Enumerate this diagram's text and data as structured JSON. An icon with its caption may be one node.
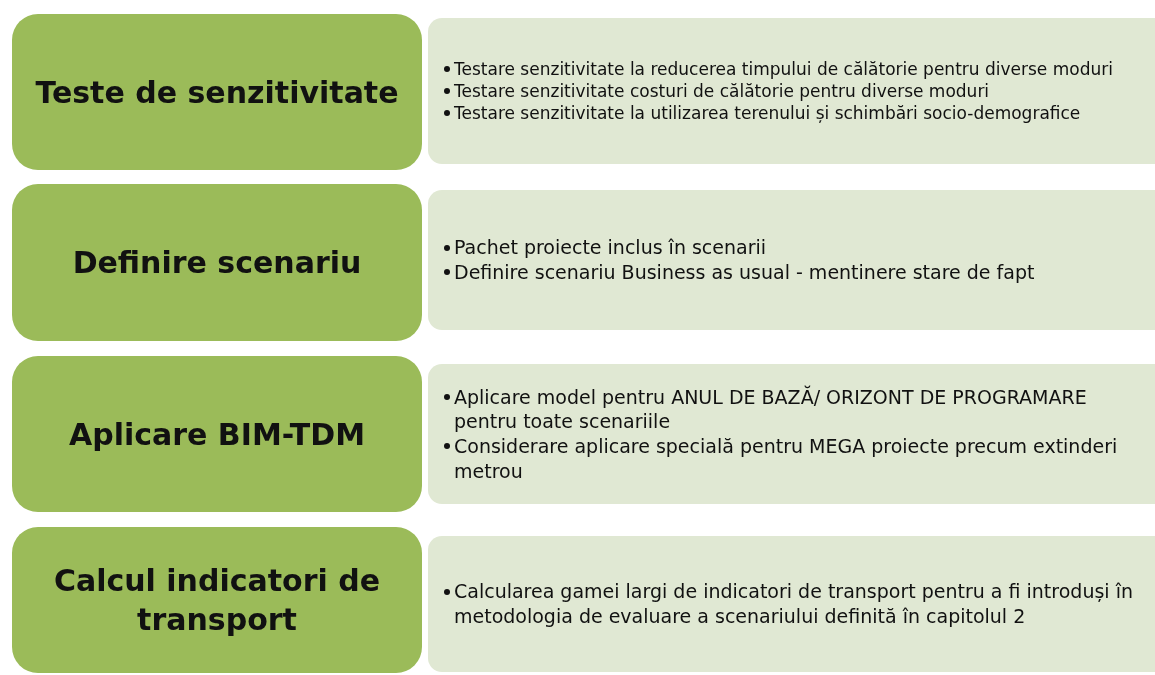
{
  "diagram": {
    "nodes": [
      {
        "text": [
          "Teste de senzitivitate"
        ]
      },
      {
        "text": [
          "Testare senzitivitate la reducerea timpului de călătorie pentru diverse moduri",
          "Testare senzitivitate costuri de călătorie pentru diverse moduri",
          "Testare senzitivitate la utilizarea terenului și schimbări socio-demografice"
        ]
      },
      {
        "text": [
          "Definire scenariu"
        ]
      },
      {
        "text": [
          "Pachet proiecte inclus în scenarii",
          "Definire scenariu Business as usual - mentinere stare de fapt"
        ]
      },
      {
        "text": [
          "Aplicare BIM-TDM"
        ]
      },
      {
        "text": [
          "Aplicare model pentru ANUL DE BAZĂ/ ORIZONT DE PROGRAMARE pentru toate scenariile",
          "Considerare aplicare specială pentru MEGA proiecte precum extinderi metrou"
        ]
      },
      {
        "text": [
          "Calcul indicatori de transport"
        ]
      },
      {
        "text": [
          "Calcularea gamei largi de indicatori de transport pentru a fi introduși în metodologia de evaluare a scenariului definită în capitolul 2"
        ]
      }
    ]
  }
}
